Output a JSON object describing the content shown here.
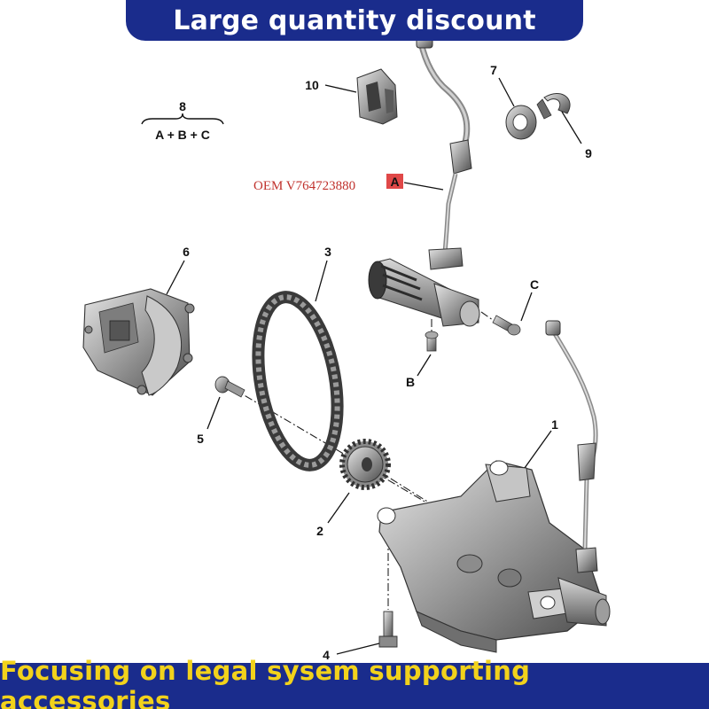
{
  "banners": {
    "top": "Large quantity discount",
    "bottom": "Focusing on legal sysem supporting accessories"
  },
  "diagram": {
    "formula": {
      "label": "8",
      "expression": "A + B + C"
    },
    "oem_text": "OEM V764723880",
    "callouts": [
      "1",
      "2",
      "3",
      "4",
      "5",
      "6",
      "7",
      "9",
      "10",
      "A",
      "B",
      "C"
    ],
    "highlight_color": "#e04848",
    "banner_color": "#1a2c8c",
    "banner_text_color": "#f2d21b"
  }
}
